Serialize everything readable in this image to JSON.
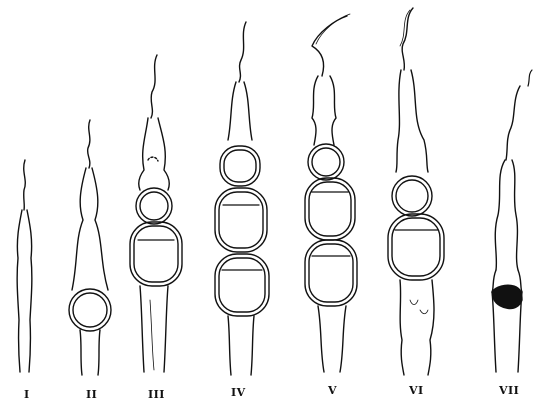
{
  "figure": {
    "labels": [
      "I",
      "II",
      "III",
      "IV",
      "V",
      "VI",
      "VII"
    ]
  }
}
